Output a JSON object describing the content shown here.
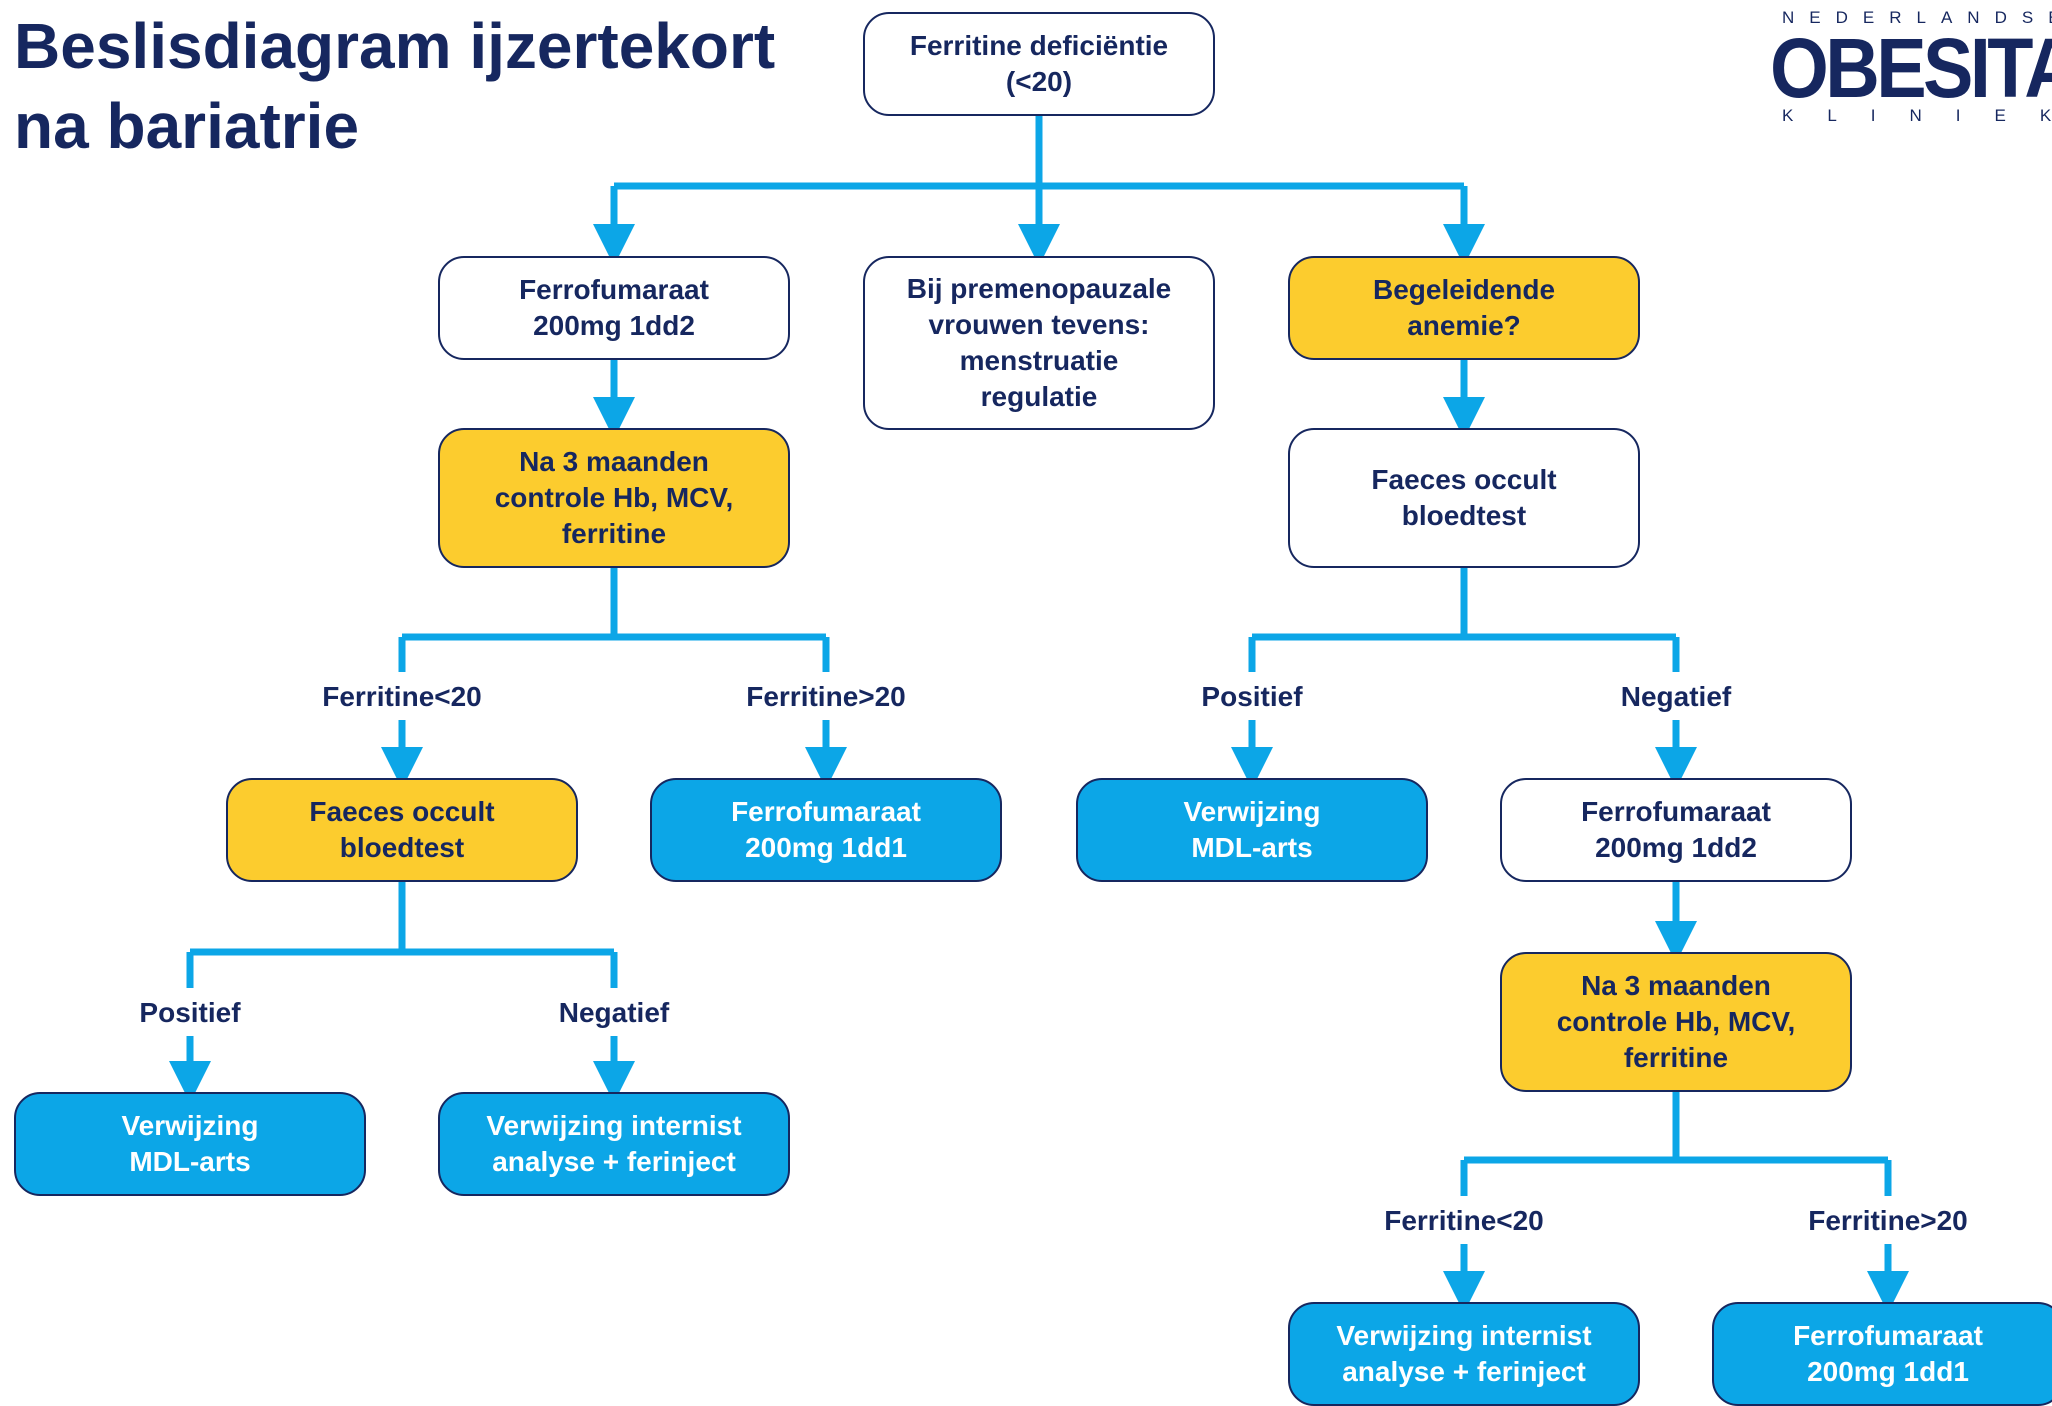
{
  "title": "Beslisdiagram ijzertekort\nna bariatrie",
  "logo": {
    "top": "NEDERLANDSE",
    "mid": "OBESITAS",
    "bottom": "KLINIEK"
  },
  "colors": {
    "navy": "#16275f",
    "sky": "#0ca6e7",
    "yellow": "#fccc2e",
    "white": "#ffffff"
  },
  "nodes": {
    "root": "Ferritine deficiëntie\n(<20)",
    "ferro_start": "Ferrofumaraat\n200mg 1dd2",
    "premeno": "Bij premenopauzale\nvrouwen tevens:\nmenstruatie\nregulatie",
    "anemie": "Begeleidende\nanemie?",
    "controle_left": "Na 3 maanden\ncontrole Hb, MCV,\nferritine",
    "faeces_right": "Faeces occult\nbloedtest",
    "faeces_left": "Faeces occult\nbloedtest",
    "ferro_1dd1_left": "Ferrofumaraat\n200mg 1dd1",
    "mdl_right": "Verwijzing\nMDL-arts",
    "ferro_right": "Ferrofumaraat\n200mg 1dd2",
    "mdl_left": "Verwijzing\nMDL-arts",
    "internist_left": "Verwijzing internist\nanalyse + ferinject",
    "controle_right": "Na 3 maanden\ncontrole Hb, MCV,\nferritine",
    "internist_right": "Verwijzing internist\nanalyse + ferinject",
    "ferro_1dd1_right": "Ferrofumaraat\n200mg 1dd1"
  },
  "labels": {
    "ferr_lt_left": "Ferritine<20",
    "ferr_gt_left": "Ferritine>20",
    "pos_right": "Positief",
    "neg_right": "Negatief",
    "pos_left": "Positief",
    "neg_left": "Negatief",
    "ferr_lt_right": "Ferritine<20",
    "ferr_gt_right": "Ferritine>20"
  }
}
